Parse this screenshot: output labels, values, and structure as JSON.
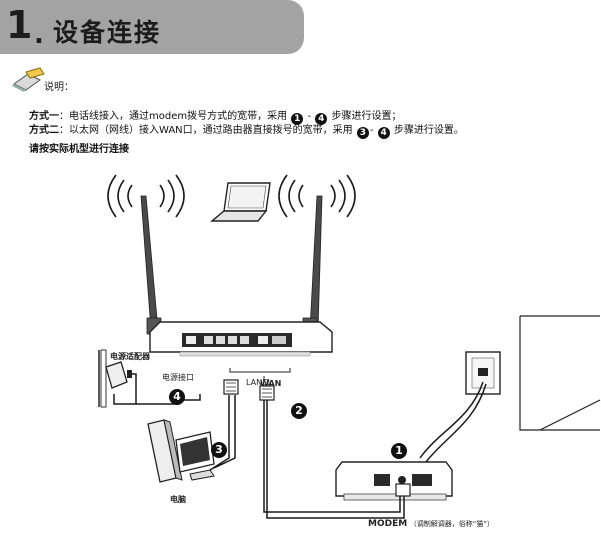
{
  "header": {
    "number": "1",
    "dot": ".",
    "title": "设备连接"
  },
  "note": {
    "label": "说明："
  },
  "methods": [
    {
      "title": "方式一",
      "text_a": "：电话线接入，通过modem拨号方式的宽带，采用",
      "step_from": "1",
      "dash": "-",
      "step_to": "4",
      "text_b": "步骤进行设置；"
    },
    {
      "title": "方式二",
      "text_a": "：以太网（网线）接入WAN口，通过路由器直接拨号的宽带，采用",
      "step_from": "3",
      "dash": "-",
      "step_to": "4",
      "text_b": "步骤进行设置。"
    }
  ],
  "instruction": "请按实际机型进行连接",
  "labels": {
    "power_adapter": "电源适配器",
    "power_port": "电源接口",
    "lan_port": "LAN口",
    "wan": "WAN",
    "computer": "电脑",
    "modem_bold": "MODEM",
    "modem_note": "（调制解调器，俗称“猫”）"
  },
  "steps": [
    "1",
    "2",
    "3",
    "4"
  ],
  "colors": {
    "header_bg": "#a3a3a3",
    "line": "#1a1a1a",
    "badge": "#111111"
  }
}
